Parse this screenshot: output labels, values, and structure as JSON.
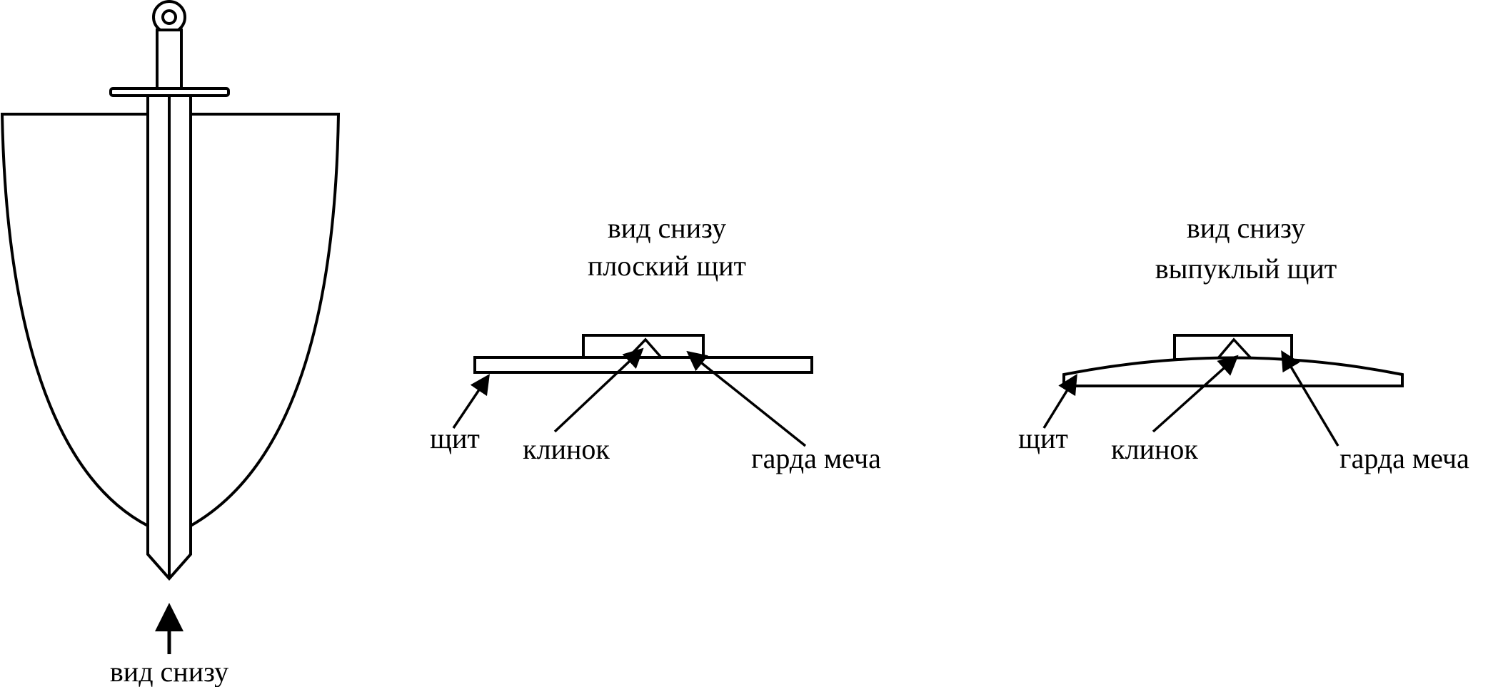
{
  "left_view": {
    "bottom_view_label": "вид снизу"
  },
  "flat_shield": {
    "title_line1": "вид снизу",
    "title_line2": "плоский щит",
    "labels": {
      "shield": "щит",
      "blade": "клинок",
      "guard": "гарда меча"
    }
  },
  "convex_shield": {
    "title_line1": "вид снизу",
    "title_line2": "выпуклый щит",
    "labels": {
      "shield": "щит",
      "blade": "клинок",
      "guard": "гарда меча"
    }
  }
}
